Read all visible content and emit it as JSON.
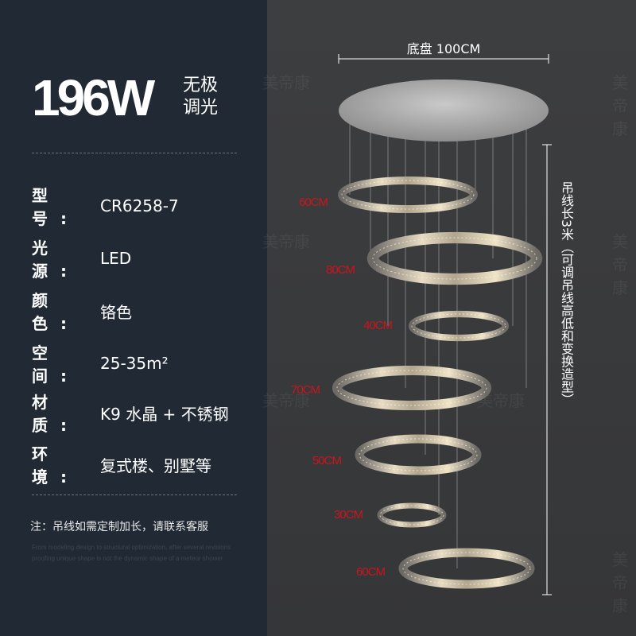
{
  "headline": {
    "power": "196W",
    "feature_line1": "无极",
    "feature_line2": "调光"
  },
  "specs": [
    {
      "key": "型号:",
      "value": "CR6258-7"
    },
    {
      "key": "光源:",
      "value": "LED"
    },
    {
      "key": "颜色:",
      "value": "铬色"
    },
    {
      "key": "空间:",
      "value": "25-35m²"
    },
    {
      "key": "材质:",
      "value": "K9 水晶 + 不锈钢"
    },
    {
      "key": "环境:",
      "value": "复式楼、别墅等"
    }
  ],
  "note": "注：吊线如需定制加长，请联系客服",
  "english": "From modeling design to structural optimization, after several revisions proofing unique shape is not the dynamic shape of a meteor shower",
  "watermark": "美帝康",
  "diagram": {
    "canopy_label": "底盘 100CM",
    "cable_label": "吊线长3米（可调吊线高低和变换造型）",
    "rings": [
      {
        "label": "60CM",
        "diameter_cm": 60
      },
      {
        "label": "80CM",
        "diameter_cm": 80
      },
      {
        "label": "40CM",
        "diameter_cm": 40
      },
      {
        "label": "70CM",
        "diameter_cm": 70
      },
      {
        "label": "50CM",
        "diameter_cm": 50
      },
      {
        "label": "30CM",
        "diameter_cm": 30
      },
      {
        "label": "60CM",
        "diameter_cm": 60
      }
    ]
  },
  "colors": {
    "left_bg": "#212a34",
    "label_red": "#c8161d"
  }
}
